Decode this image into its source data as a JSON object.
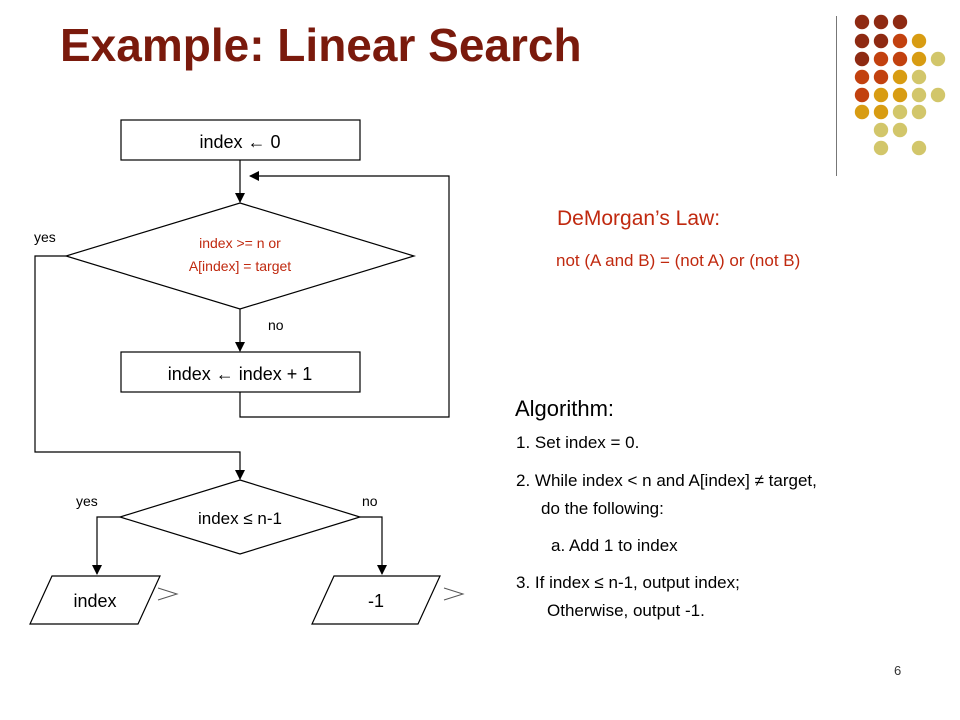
{
  "slide": {
    "title": "Example: Linear Search",
    "page_number": "6"
  },
  "colors": {
    "title": "#7a1a0c",
    "accent_red": "#c0290f",
    "dot_palette": [
      "#8e2a12",
      "#c2410f",
      "#d89c12",
      "#d2c66a"
    ]
  },
  "flowchart": {
    "init_box": "index  ←  0",
    "condition_line1": "index >= n or",
    "condition_line2": "A[index] = target",
    "yes_label_top": "yes",
    "no_label_top": "no",
    "increment_box": "index  ←  index + 1",
    "final_condition": "index ≤ n-1",
    "yes_label_bottom": "yes",
    "no_label_bottom": "no",
    "output_yes": "index",
    "output_no": "-1"
  },
  "demorgan": {
    "title": "DeMorgan’s Law:",
    "expression": "not (A and B) = (not A) or (not B)"
  },
  "algorithm": {
    "title": "Algorithm:",
    "step1": "1. Set index = 0.",
    "step2_line1": "2. While index < n and A[index] ≠ target,",
    "step2_line2": "do the following:",
    "step2a": "a. Add 1 to index",
    "step3_line1": "3. If index ≤ n-1, output index;",
    "step3_line2": "Otherwise, output -1."
  }
}
